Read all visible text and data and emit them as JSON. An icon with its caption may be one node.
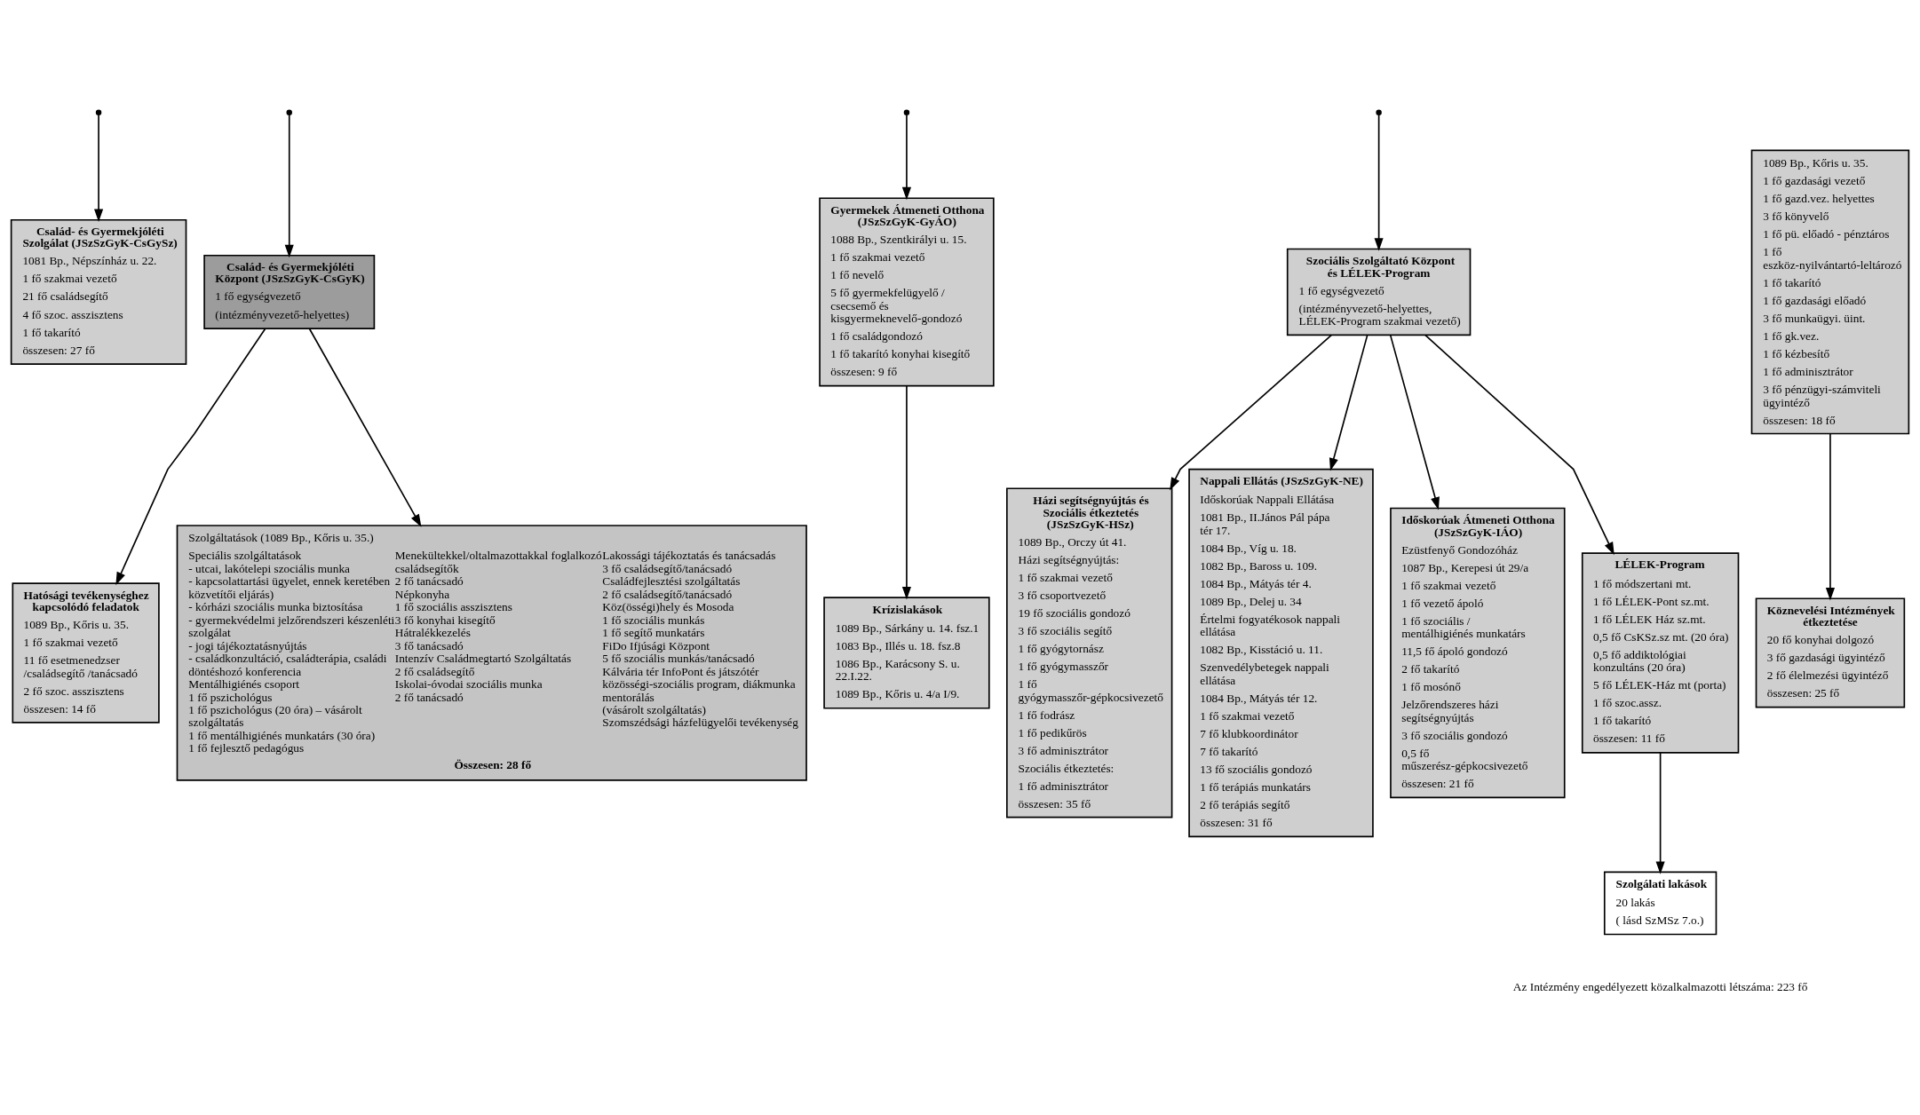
{
  "diagram": {
    "nodes": [
      {
        "text": [
          "Család- és Gyermekjóléti Szolgálat (JSzSzGyK-CsGySz)",
          "1081 Bp., Népszínház u. 22.",
          "1 fő szakmai vezető",
          "21 fő családsegítő",
          "4 fő szoc. asszisztens",
          "1 fő takarító",
          "összesen: 27 fő"
        ]
      },
      {
        "text": [
          "Család- és Gyermekjóléti Központ (JSzSzGyK-CsGyK)",
          "1 fő egységvezető",
          "(intézményvezető-helyettes)"
        ]
      },
      {
        "text": [
          "Hatósági tevékenységhez kapcsolódó feladatok",
          "1089 Bp., Kőris u. 35.",
          "1 fő szakmai vezető",
          "11 fő esetmenedzser /családsegítő /tanácsadó",
          "2 fő szoc. asszisztens",
          "összesen: 14 fő"
        ]
      },
      {
        "text": [
          "Gyermekek Átmeneti Otthona (JSzSzGyK-GyÁO)",
          "1088 Bp., Szentkirályi u. 15.",
          "1 fő szakmai vezető",
          "1 fő nevelő",
          "5 fő gyermekfelügyelő / csecsemő és kisgyermeknevelő-gondozó",
          "1 fő családgondozó",
          "1 fő takarító konyhai kisegítő",
          "összesen: 9 fő"
        ]
      },
      {
        "text": [
          "Krízislakások",
          "1089 Bp., Sárkány u. 14. fsz.1",
          "1083 Bp., Illés u. 18. fsz.8",
          "1086 Bp., Karácsony S. u. 22.I.22.",
          "1089 Bp., Kőris u. 4/a I/9."
        ]
      },
      {
        "text": [
          "Szociális Szolgáltató Központ és LÉLEK-Program",
          "1 fő egységvezető",
          "(intézményvezető-helyettes, LÉLEK-Program szakmai vezető)"
        ]
      },
      {
        "text": [
          "Házi segítségnyújtás és Szociális étkeztetés (JSzSzGyK-HSz)",
          "1089 Bp., Orczy út 41.",
          "Házi segítségnyújtás:",
          "1 fő szakmai vezető",
          "3 fő csoportvezető",
          "19 fő szociális gondozó",
          "3 fő szociális segítő",
          "1 fő gyógytornász",
          "1 fő gyógymasszőr",
          "1 fő gyógymasszőr-gépkocsivezető",
          "1 fő fodrász",
          "1 fő pedikűrös",
          "3 fő adminisztrátor",
          "Szociális étkeztetés:",
          "1 fő adminisztrátor",
          "összesen: 35 fő"
        ]
      },
      {
        "text": [
          "Nappali Ellátás (JSzSzGyK-NE)",
          "Időskorúak Nappali Ellátása",
          "1081 Bp., II.János Pál pápa tér 17.",
          "1084 Bp., Víg u. 18.",
          "1082 Bp., Baross u. 109.",
          "1084 Bp., Mátyás tér 4.",
          "1089 Bp., Delej u. 34",
          "Értelmi fogyatékosok nappali ellátása",
          "1082 Bp., Kisstáció u. 11.",
          "Szenvedélybetegek nappali ellátása",
          "1084 Bp., Mátyás tér 12.",
          "1 fő szakmai vezető",
          "7 fő klubkoordinátor",
          "7 fő takarító",
          "13 fő szociális gondozó",
          "1 fő terápiás munkatárs",
          "2 fő terápiás segítő",
          "összesen: 31 fő"
        ]
      },
      {
        "text": [
          "Időskorúak Átmeneti Otthona (JSzSzGyK-IÁO)",
          "Ezüstfenyő Gondozóház",
          "1087 Bp., Kerepesi út 29/a",
          "1 fő szakmai vezető",
          "1 fő vezető ápoló",
          "1 fő szociális / mentálhigiénés munkatárs",
          "11,5 fő ápoló gondozó",
          "2 fő takarító",
          "1 fő mosónő",
          "Jelzőrendszeres házi segítségnyújtás",
          "3 fő szociális gondozó",
          "0,5 fő műszerész-gépkocsivezető",
          "összesen: 21 fő"
        ]
      },
      {
        "text": [
          "LÉLEK-Program",
          "1 fő módszertani mt.",
          "1 fő LÉLEK-Pont sz.mt.",
          "1 fő LÉLEK Ház sz.mt.",
          "0,5 fő CsKSz.sz mt. (20 óra)",
          "0,5 fő addiktológiai konzultáns (20 óra)",
          "5 fő LÉLEK-Ház mt (porta)",
          "1 fő szoc.assz.",
          "1 fő takarító",
          "összesen: 11 fő"
        ]
      },
      {
        "text": [
          "Szolgálati lakások",
          "20 lakás",
          "( lásd SzMSz 7.o.)"
        ]
      },
      {
        "text": [
          "1089 Bp., Kőris u. 35.",
          "1 fő gazdasági vezető",
          "1 fő gazd.vez. helyettes",
          "3 fő könyvelő",
          "1 fő pü. előadó - pénztáros",
          "1 fő eszköz-nyilvántartó-leltározó",
          "1 fő takarító",
          "1 fő gazdasági előadó",
          "3 fő munkaügyi. üint.",
          "1 fő gk.vez.",
          "1 fő kézbesítő",
          "1 fő adminisztrátor",
          "3 fő pénzügyi-számviteli ügyintéző",
          "összesen: 18 fő"
        ]
      },
      {
        "text": [
          "Köznevelési Intézmények étkeztetése",
          "20 fő konyhai dolgozó",
          "3 fő gazdasági ügyintéző",
          "2 fő élelmezési ügyintéző",
          "összesen: 25 fő"
        ]
      },
      {
        "text": [
          "Szolgáltatások (1089 Bp., Kőris u. 35.)",
          "Speciális szolgáltatások",
          "- utcai, lakótelepi szociális munka",
          "- kapcsolattartási ügyelet, ennek keretében közvetítői eljárás)",
          "- kórházi szociális munka biztosítása",
          "- gyermekvédelmi jelzőrendszeri készenléti szolgálat",
          "- jogi tájékoztatásnyújtás",
          "- családkonzultáció, családterápia, családi döntéshozó konferencia",
          "Mentálhigiénés csoport",
          "1 fő pszichológus",
          "1 fő pszichológus (20 óra) – vásárolt szolgáltatás",
          "1 fő mentálhigiénés munkatárs (30 óra)",
          "1 fő fejlesztő pedagógus",
          "Menekültekkel/oltalmazottakkal foglalkozó családsegítők",
          "2 fő tanácsadó",
          "Népkonyha",
          "1 fő szociális asszisztens",
          "3 fő konyhai kisegítő",
          "Hátralékkezelés",
          "3 fő tanácsadó",
          "Intenzív Családmegtartó Szolgáltatás",
          "2 fő családsegítő",
          "Iskolai-óvodai szociális munka",
          "2 fő tanácsadó",
          "Lakossági tájékoztatás és tanácsadás",
          "3 fő családsegítő/tanácsadó",
          "Családfejlesztési szolgáltatás",
          "2 fő családsegítő/tanácsadó",
          "Köz(össégi)hely és Mosoda",
          "1 fő szociális munkás",
          "1 fő segítő munkatárs",
          "FiDo Ifjúsági Központ",
          "5 fő szociális munkás/tanácsadó",
          "Kálvária tér InfoPont és játszótér közösségi-szociális program, diákmunka mentorálás",
          "(vásárolt szolgáltatás)",
          "Szomszédsági házfelügyelői tevékenység",
          "Összesen: 28 fő"
        ]
      }
    ],
    "edges": [
      {
        "from": null,
        "to": 0,
        "arrow": "to"
      },
      {
        "from": null,
        "to": 1,
        "arrow": "to"
      },
      {
        "from": null,
        "to": 3,
        "arrow": "to"
      },
      {
        "from": null,
        "to": 5,
        "arrow": "to"
      },
      {
        "from": 1,
        "to": 2,
        "arrow": "to"
      },
      {
        "from": 1,
        "to": 13,
        "arrow": "to"
      },
      {
        "from": 3,
        "to": 4,
        "arrow": "to"
      },
      {
        "from": 5,
        "to": 6,
        "arrow": "to"
      },
      {
        "from": 5,
        "to": 7,
        "arrow": "to"
      },
      {
        "from": 5,
        "to": 8,
        "arrow": "to"
      },
      {
        "from": 5,
        "to": 9,
        "arrow": "to"
      },
      {
        "from": 9,
        "to": 10,
        "arrow": "to"
      },
      {
        "from": 11,
        "to": 12,
        "arrow": "to"
      }
    ],
    "labels": [
      "Az Intézmény engedélyezett közalkalmazotti létszáma: 223 fő"
    ]
  }
}
